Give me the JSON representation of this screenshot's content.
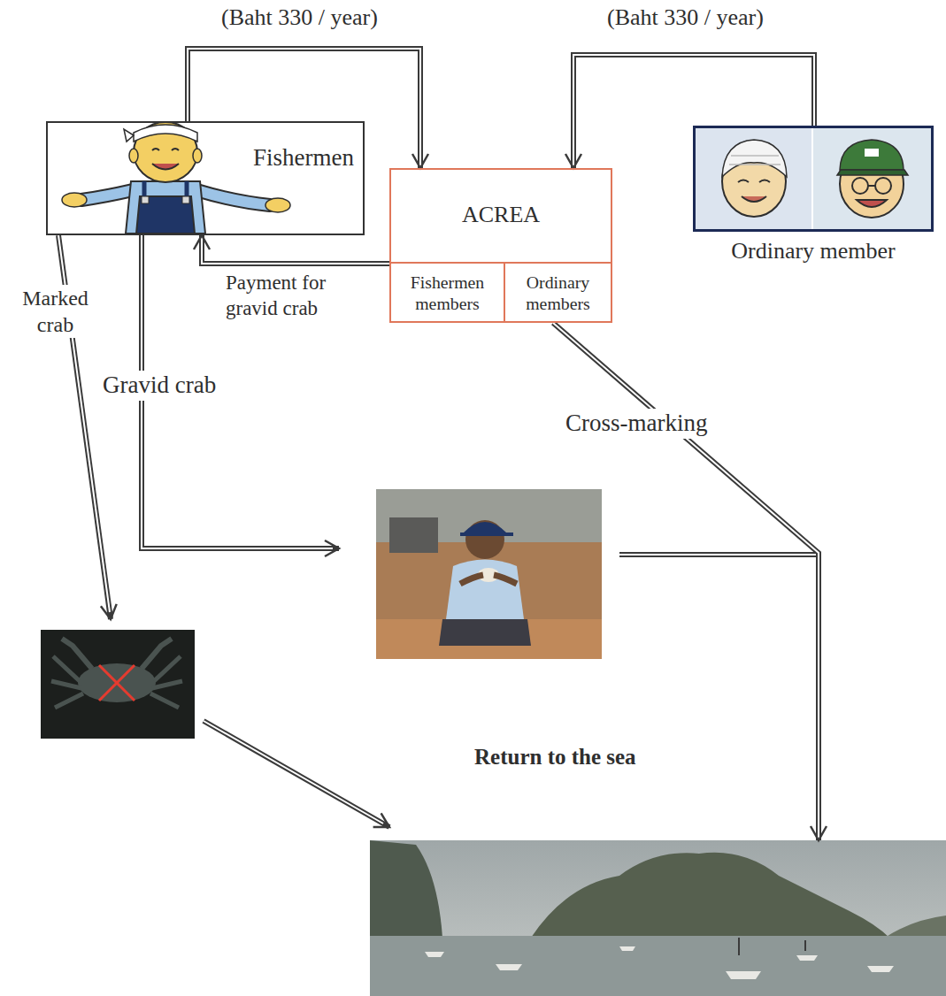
{
  "diagram": {
    "nodes": [
      {
        "text": [
          "Fishermen"
        ]
      },
      {
        "text": [
          "ACREA"
        ]
      },
      {
        "text": [
          "Fishermen members"
        ],
        "in": 1
      },
      {
        "text": [
          "Ordinary members"
        ],
        "in": 1
      },
      {
        "text": [
          "Ordinary member"
        ]
      },
      {
        "text": [
          "Return to the sea"
        ]
      }
    ],
    "edges": [
      {
        "from": 0,
        "to": 1,
        "label": "(Baht 330 / year)",
        "arrow": "to"
      },
      {
        "from": 4,
        "to": 1,
        "label": "(Baht 330 / year)",
        "arrow": "to"
      },
      {
        "from": 1,
        "to": 0,
        "label": "Payment for gravid crab",
        "arrow": "to"
      },
      {
        "from": 1,
        "to": 5,
        "label": "Cross-marking",
        "arrow": "to"
      }
    ],
    "labels": [
      "Marked crab",
      "Gravid crab"
    ]
  }
}
